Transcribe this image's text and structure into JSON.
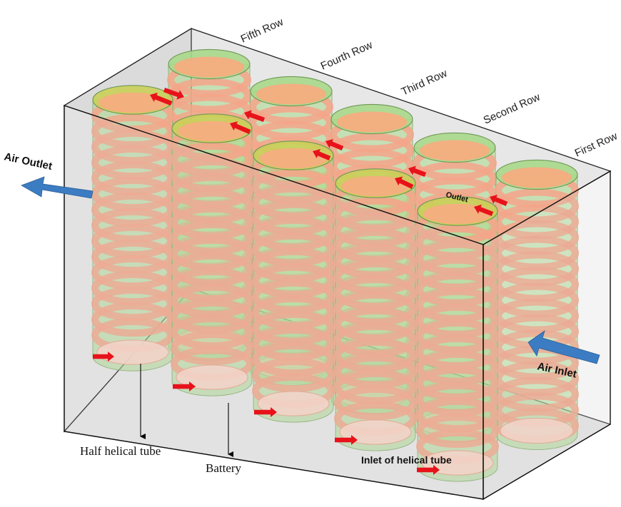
{
  "labels": {
    "rows": [
      "Fifth Row",
      "Fourth Row",
      "Third Row",
      "Second Row",
      "First Row"
    ],
    "air_outlet": "Air Outlet",
    "air_inlet": "Air Inlet",
    "outlet": "Outlet",
    "half_helical_tube": "Half helical tube",
    "battery": "Battery",
    "inlet_of_helical_tube": "Inlet of helical tube"
  },
  "colors": {
    "box_fill": "#c8c8c8",
    "tube_green": "#a9d88a",
    "coil_salmon": "#f4a58a",
    "arrow_blue": "#3c7cc2",
    "arrow_red": "#e8121a"
  }
}
